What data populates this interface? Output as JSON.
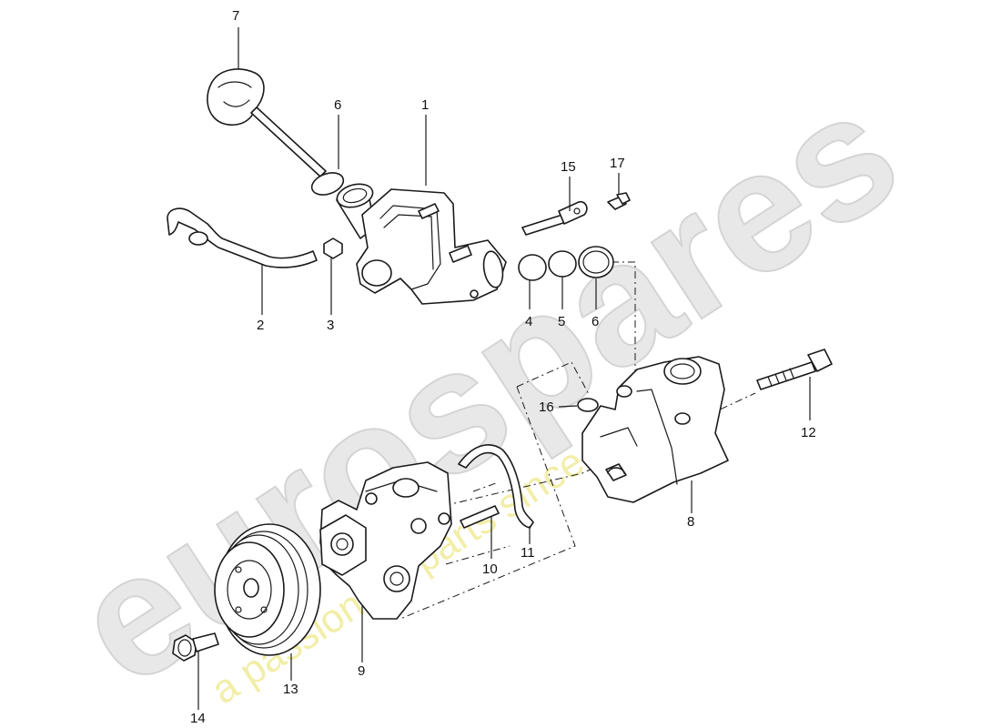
{
  "watermark": {
    "brand": "eurospares",
    "tagline": "a passion for parts since 1985"
  },
  "callouts": [
    "1",
    "2",
    "3",
    "4",
    "5",
    "6",
    "6",
    "7",
    "8",
    "9",
    "10",
    "11",
    "12",
    "13",
    "14",
    "15",
    "16",
    "17"
  ]
}
